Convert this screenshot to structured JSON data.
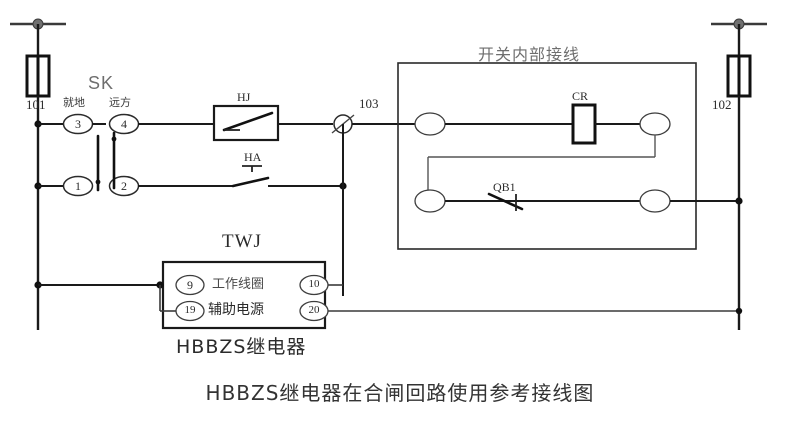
{
  "diagram": {
    "caption": "HBBZS继电器在合闸回路使用参考接线图",
    "inner_panel_title": "开关内部接线",
    "relay_box_title": "TWJ",
    "relay_box_subtitle": "HBBZS继电器",
    "switch_label": "SK"
  },
  "bus_labels": {
    "left_rail": "101",
    "mid_node": "103",
    "right_rail": "102"
  },
  "switch_sk": {
    "name": "SK",
    "position_local": "就地",
    "position_remote": "远方",
    "terminals": {
      "top_left": "3",
      "top_right": "4",
      "bottom_left": "1",
      "bottom_right": "2"
    }
  },
  "components": {
    "hj": {
      "label": "HJ",
      "type": "relay-contact-boxed"
    },
    "ha": {
      "label": "HA",
      "type": "pushbutton-contact"
    },
    "cr": {
      "label": "CR",
      "type": "coil"
    },
    "qb1": {
      "label": "QB1",
      "type": "aux-contact-nc"
    },
    "test_terminal": {
      "name": "test-terminal",
      "type": "slashed-circle"
    }
  },
  "relay_twj": {
    "title": "TWJ",
    "subtitle": "HBBZS继电器",
    "rows": [
      {
        "left_pin": "9",
        "label": "工作线圈",
        "right_pin": "10"
      },
      {
        "left_pin": "19",
        "label": "辅助电源",
        "right_pin": "20"
      }
    ]
  },
  "inner_panel": {
    "title": "开关内部接线",
    "top_branch_component": "CR",
    "bottom_branch_component": "QB1"
  },
  "colors": {
    "line": "#1a1a1a",
    "text": "#2b2b2b",
    "title_gray": "#6e6e6e",
    "background": "#ffffff"
  }
}
